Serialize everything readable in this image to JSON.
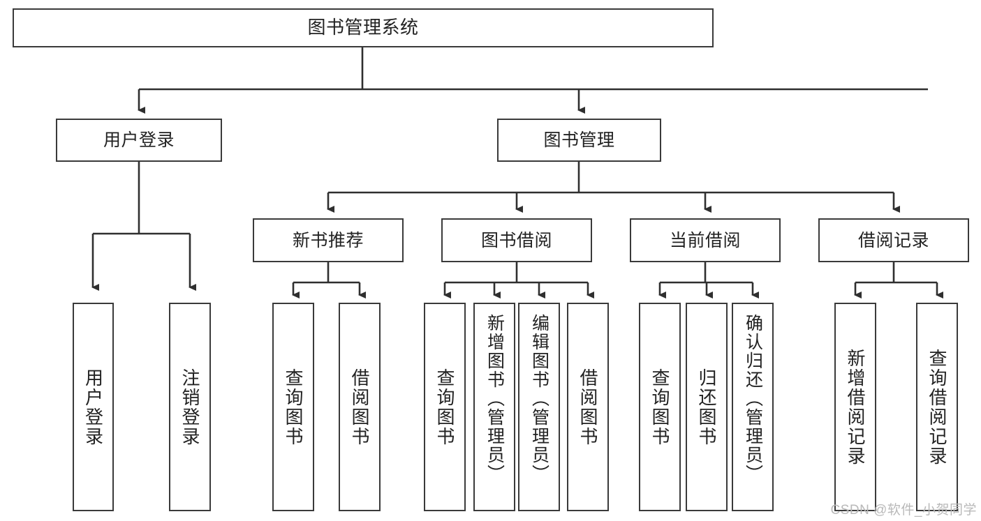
{
  "diagram": {
    "title": "图书管理系统",
    "type": "tree-hierarchy-chart",
    "line_color": "#3a3a3a",
    "box_fill": "#ffffff",
    "text_color": "#222222",
    "root": {
      "label": "图书管理系统"
    },
    "level2": [
      {
        "label": "用户登录"
      },
      {
        "label": "图书管理"
      }
    ],
    "level3": [
      {
        "label": "新书推荐"
      },
      {
        "label": "图书借阅"
      },
      {
        "label": "当前借阅"
      },
      {
        "label": "借阅记录"
      }
    ],
    "leaves": {
      "user_login": [
        {
          "label": "用户登录"
        },
        {
          "label": "注销登录"
        }
      ],
      "new_book_recommend": [
        {
          "label": "查询图书"
        },
        {
          "label": "借阅图书"
        }
      ],
      "book_borrow": [
        {
          "label": "查询图书"
        },
        {
          "label": "新增图书（管理员）"
        },
        {
          "label": "编辑图书（管理员）"
        },
        {
          "label": "借阅图书"
        }
      ],
      "current_borrow": [
        {
          "label": "查询图书"
        },
        {
          "label": "归还图书"
        },
        {
          "label": "确认归还（管理员）"
        }
      ],
      "borrow_record": [
        {
          "label": "新增借阅记录"
        },
        {
          "label": "查询借阅记录"
        }
      ]
    }
  },
  "watermark": {
    "text": "CSDN @软件_小贺同学"
  }
}
